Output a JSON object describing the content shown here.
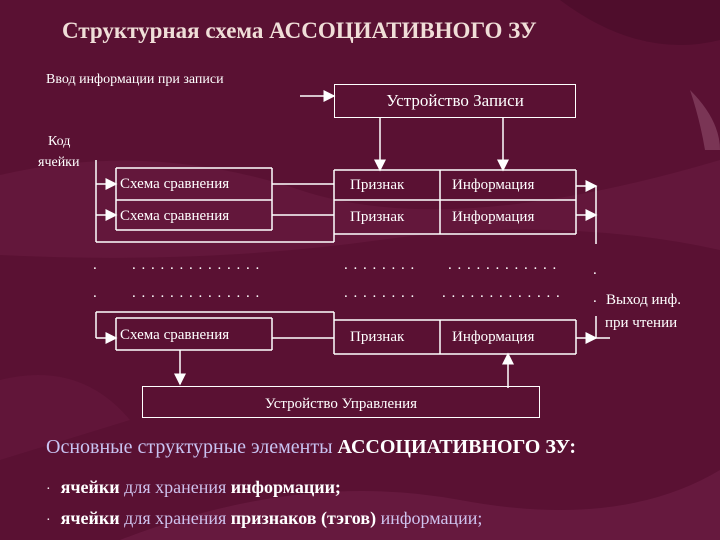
{
  "title": "Структурная схема  АССОЦИАТИВНОГО  ЗУ",
  "labels": {
    "input": "Ввод информации при записи",
    "cell_code": [
      "Код",
      "ячейки"
    ],
    "output": [
      "Выход инф.",
      "при чтении"
    ],
    "write_device": "Устройство Записи",
    "control_device": "Устройство Управления"
  },
  "rows": [
    {
      "compare": "Схема сравнения",
      "tag": "Признак",
      "info": "Информация"
    },
    {
      "compare": "Схема сравнения",
      "tag": "Признак",
      "info": "Информация"
    },
    {
      "compare": "Схема сравнения",
      "tag": "Признак",
      "info": "Информация"
    }
  ],
  "dots": {
    "compare": ". . . . . . . . . . . . . .",
    "tag": ". . . . . . . .",
    "info": ". . . . . . . . . . . .",
    "info2": ". . . . . . . . . . . . .",
    "left": ".",
    "right": "."
  },
  "subtitle": {
    "prefix": "Основные структурные элементы  ",
    "bold": "АССОЦИАТИВНОГО  ЗУ:"
  },
  "bullets": [
    {
      "bold1": "ячейки",
      "normal": " для хранения ",
      "bold2": "информации;",
      "tail": ""
    },
    {
      "bold1": "ячейки",
      "normal": " для хранения ",
      "bold2": "признаков (тэгов)",
      "tail": " информации;"
    }
  ],
  "colors": {
    "background": "#5a1133",
    "text": "#ffffff",
    "title": "#f0ded8",
    "subtitle": "#c9c4f2"
  }
}
